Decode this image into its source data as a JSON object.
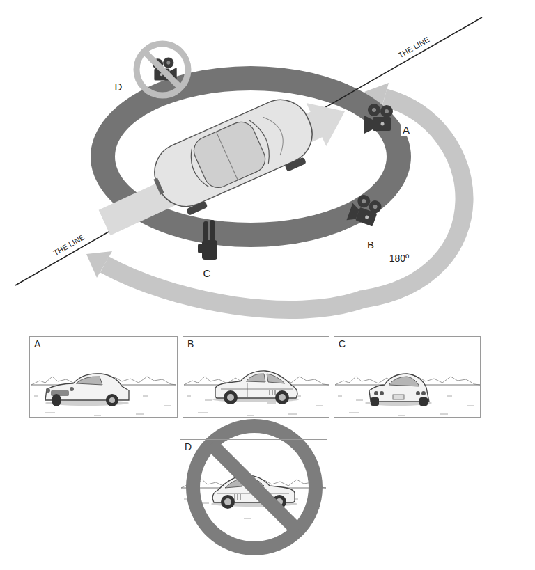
{
  "diagram": {
    "nodes": [
      {
        "text": [
          "A"
        ]
      },
      {
        "text": [
          "B"
        ]
      },
      {
        "text": [
          "C"
        ]
      },
      {
        "text": [
          "D"
        ]
      }
    ],
    "labels": [
      "THE LINE",
      "THE LINE",
      "D",
      "A",
      "B",
      "C",
      "180º"
    ]
  }
}
